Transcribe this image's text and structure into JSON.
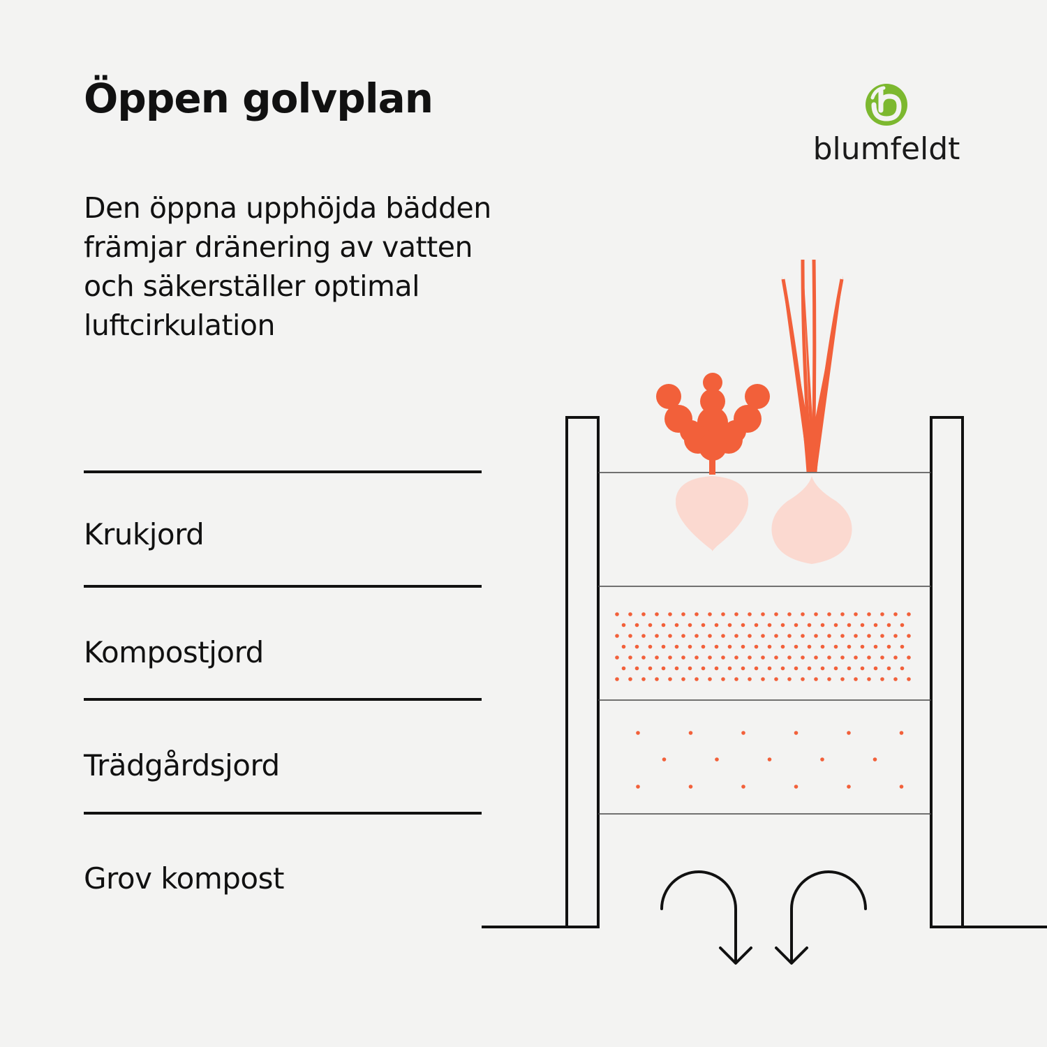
{
  "title": "Öppen golvplan",
  "description": "Den öppna upphöjda bädden främjar dränering av vatten och säkerställer optimal luftcirkulation",
  "brand": {
    "name": "blumfeldt",
    "accent_color": "#7cb82f"
  },
  "layers": [
    {
      "label": "Krukjord"
    },
    {
      "label": "Kompostjord"
    },
    {
      "label": "Trädgårdsjord"
    },
    {
      "label": "Grov kompost"
    }
  ],
  "colors": {
    "ink": "#111111",
    "vegetable": "#f2603a",
    "vegetable_root": "#fbd9d0",
    "soil_dots": "#f2603a",
    "background": "#f3f3f2"
  },
  "icons": {
    "plants": [
      "beet-plant-icon",
      "onion-plant-icon"
    ],
    "airflow": "airflow-arrows-icon"
  }
}
